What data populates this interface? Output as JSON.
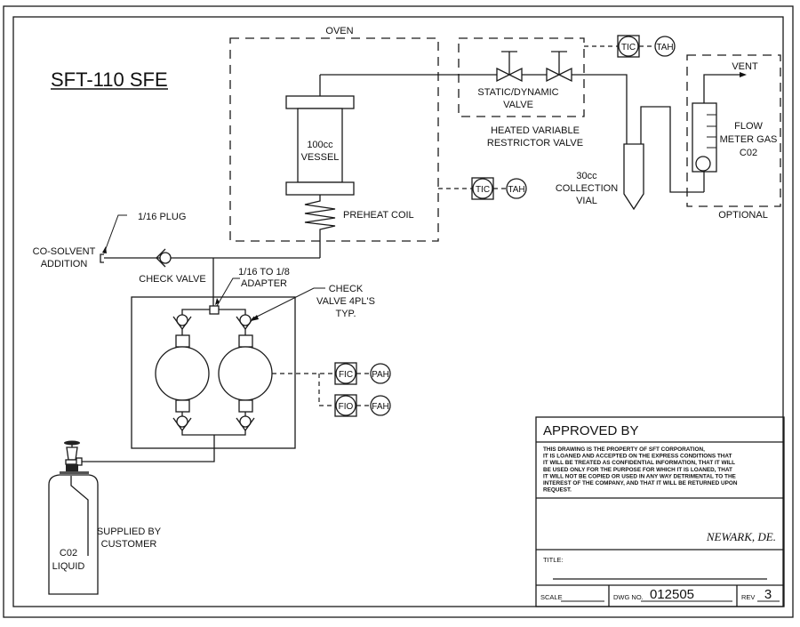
{
  "drawing": {
    "title": "SFT-110 SFE",
    "labels": {
      "oven": "OVEN",
      "vessel_line1": "100cc",
      "vessel_line2": "VESSEL",
      "preheat_coil": "PREHEAT COIL",
      "static_dynamic_line1": "STATIC/DYNAMIC",
      "static_dynamic_line2": "VALVE",
      "restrictor_line1": "HEATED VARIABLE",
      "restrictor_line2": "RESTRICTOR VALVE",
      "vial_line1": "30cc",
      "vial_line2": "COLLECTION",
      "vial_line3": "VIAL",
      "vent": "VENT",
      "flow_meter_line1": "FLOW",
      "flow_meter_line2": "METER GAS",
      "flow_meter_line3": "C02",
      "optional": "OPTIONAL",
      "plug": "1/16 PLUG",
      "cosolvent_line1": "CO-SOLVENT",
      "cosolvent_line2": "ADDITION",
      "check_valve": "CHECK VALVE",
      "adapter_line1": "1/16 TO 1/8",
      "adapter_line2": "ADAPTER",
      "check_valve_typ_line1": "CHECK",
      "check_valve_typ_line2": "VALVE 4PL'S",
      "check_valve_typ_line3": "TYP.",
      "supplied_line1": "SUPPLIED BY",
      "supplied_line2": "CUSTOMER",
      "cylinder_line1": "C02",
      "cylinder_line2": "LIQUID"
    },
    "instruments": {
      "restrictor_controller": "TIC",
      "restrictor_alarm": "TAH",
      "oven_controller": "TIC",
      "oven_alarm": "TAH",
      "pump_flow_controller": "FIC",
      "pump_pressure_alarm": "PAH",
      "pump_flow_indicator": "FIO",
      "pump_flow_alarm": "FAH"
    }
  },
  "title_block": {
    "approved_by": "APPROVED BY",
    "notice": [
      "THIS DRAWING IS THE PROPERTY OF SFT CORPORATION,",
      "IT IS LOANED AND ACCEPTED ON THE EXPRESS CONDITIONS THAT",
      "IT WILL BE TREATED AS CONFIDENTIAL INFORMATION, THAT IT WILL",
      "BE USED ONLY FOR THE PURPOSE FOR WHICH IT IS LOANED, THAT",
      "IT WILL NOT BE COPIED OR USED IN ANY WAY DETRIMENTAL TO THE",
      "INTEREST OF THE COMPANY, AND THAT IT WILL BE RETURNED UPON",
      "REQUEST."
    ],
    "location": "NEWARK, DE.",
    "title_label": "TITLE:",
    "scale_label": "SCALE",
    "scale_value": "",
    "dwg_no_label": "DWG NO.",
    "dwg_no_value": "012505",
    "rev_label": "REV",
    "rev_value": "3"
  }
}
